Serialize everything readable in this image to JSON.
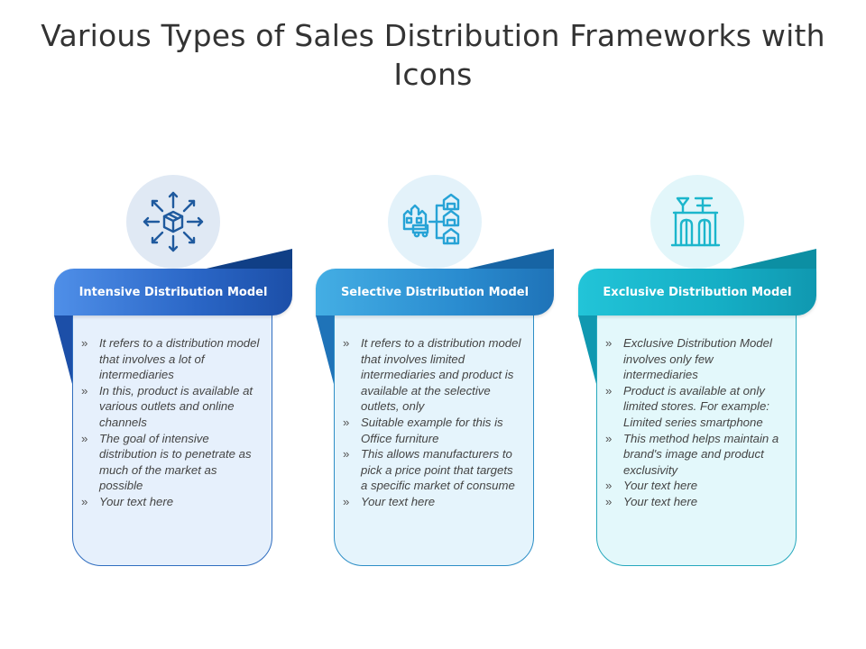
{
  "title": "Various Types of Sales Distribution Frameworks with Icons",
  "columns": [
    {
      "heading": "Intensive Distribution Model",
      "icon": "distribution-arrows-box-icon",
      "accent": "#2a66c6",
      "bullet_symbol": "»",
      "points": [
        "It refers to a distribution model that involves a lot of intermediaries",
        "In this, product is available at various outlets and online channels",
        "The goal of intensive distribution is to penetrate as much of the market as possible",
        "Your text here"
      ]
    },
    {
      "heading": "Selective Distribution Model",
      "icon": "factory-to-warehouses-icon",
      "accent": "#2a8cd0",
      "bullet_symbol": "»",
      "points": [
        "It refers to a distribution model that involves limited intermediaries and product is available at the selective outlets, only",
        "Suitable example for this is Office furniture",
        "This allows manufacturers to pick a price point that targets a specific market of consume",
        "Your text here"
      ]
    },
    {
      "heading": "Exclusive Distribution Model",
      "icon": "exclusive-store-icon",
      "accent": "#15aec5",
      "bullet_symbol": "»",
      "points": [
        "Exclusive Distribution Model involves only few intermediaries",
        "Product is available at only limited stores. For example: Limited series smartphone",
        "This method helps maintain a brand's image and product exclusivity",
        "Your text here",
        "Your text here"
      ]
    }
  ]
}
